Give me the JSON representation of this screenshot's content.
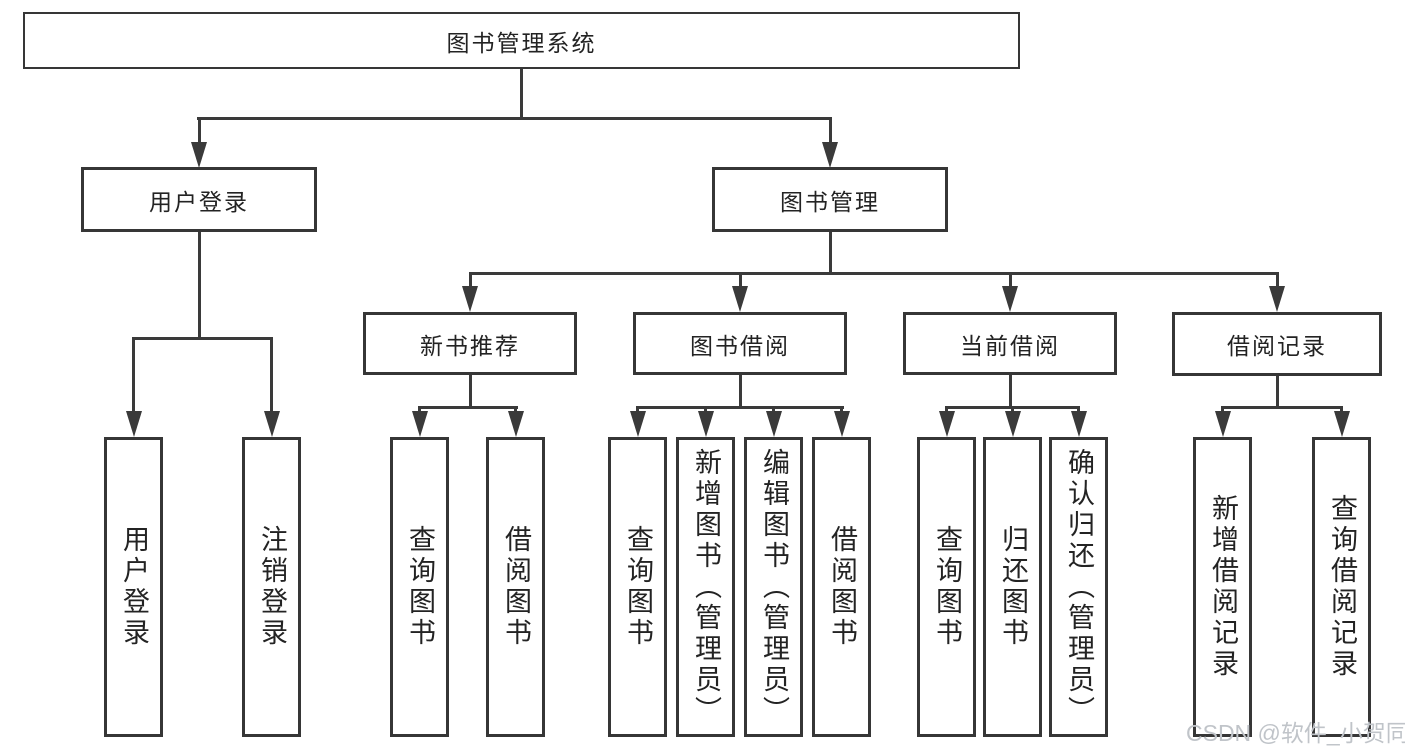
{
  "diagram": {
    "title": "图书管理系统",
    "branches": [
      {
        "label": "用户登录",
        "children": [
          {
            "label": "用户登录"
          },
          {
            "label": "注销登录"
          }
        ]
      },
      {
        "label": "图书管理",
        "children": [
          {
            "label": "新书推荐",
            "children": [
              {
                "label": "查询图书"
              },
              {
                "label": "借阅图书"
              }
            ]
          },
          {
            "label": "图书借阅",
            "children": [
              {
                "label": "查询图书"
              },
              {
                "label": "新增图书（管理员）"
              },
              {
                "label": "编辑图书（管理员）"
              },
              {
                "label": "借阅图书"
              }
            ]
          },
          {
            "label": "当前借阅",
            "children": [
              {
                "label": "查询图书"
              },
              {
                "label": "归还图书"
              },
              {
                "label": "确认归还（管理员）"
              }
            ]
          },
          {
            "label": "借阅记录",
            "children": [
              {
                "label": "新增借阅记录"
              },
              {
                "label": "查询借阅记录"
              }
            ]
          }
        ]
      }
    ]
  },
  "watermark": {
    "text": "CSDN @软件_小贺同学"
  },
  "colors": {
    "line": "#3a3a3a",
    "border": "#363636",
    "text": "#232323",
    "background": "#ffffff",
    "watermark_text": "#c0c4c9"
  }
}
